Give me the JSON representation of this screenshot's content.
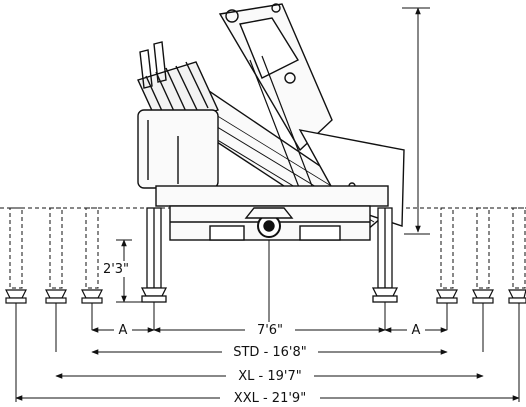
{
  "dimensions": {
    "height_dim": "2'3\"",
    "a_left": "A",
    "a_right": "A",
    "base_width": "7'6\"",
    "std": "STD - 16'8\"",
    "xl": "XL - 19'7\"",
    "xxl": "XXL - 21'9\""
  }
}
